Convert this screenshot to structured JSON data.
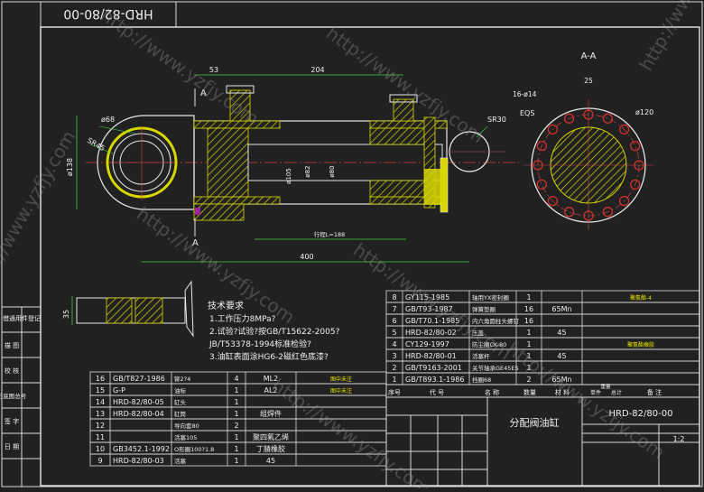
{
  "drawing_number_rotated": "HRD-82/80-00",
  "section_label": "A-A",
  "section_arrow_label": "A",
  "dimensions": {
    "top_offset": "53",
    "stroke_span": "204",
    "port_dia": "ø68",
    "sphere_radius": "SR45",
    "body_dia": "ø138",
    "rod_dia_1": "ø105",
    "rod_dia_2": "ø82",
    "rod_dia_3": "ø80",
    "rod_end_radius": "SR30",
    "stroke_note": "行程L=188",
    "closed_length": "400",
    "flange_bolt": "16-ø14",
    "flange_eqs": "EQS",
    "flange_angle": "25",
    "flange_pcd": "ø120",
    "side_dim": "35"
  },
  "tech_requirements": {
    "title": "技术要求",
    "lines": [
      "1.工作压力8MPa?",
      "2.试验?试验?按GB/T15622-2005?",
      "  JB/T53378-1994标准检验?",
      "3.油缸表面涂HG6-2磁红色底漆?"
    ]
  },
  "left_stamp": {
    "labels": [
      "借通用件登记",
      "描 图",
      "校 核",
      "旧底图总号",
      "签 字",
      "日 期"
    ]
  },
  "parts_upper": [
    {
      "no": "8",
      "code": "GY115-1985",
      "name": "轴用YX密封圈",
      "qty": "1",
      "mat": "",
      "note": "聚氨酯-4"
    },
    {
      "no": "7",
      "code": "GB/T93-1987",
      "name": "弹簧垫圈",
      "qty": "16",
      "mat": "65Mn",
      "note": ""
    },
    {
      "no": "6",
      "code": "GB/T70.1-1985",
      "name": "内六角圆柱头螺钉",
      "qty": "16",
      "mat": "",
      "note": ""
    },
    {
      "no": "5",
      "code": "HRD-82/80-02",
      "name": "压盖",
      "qty": "1",
      "mat": "45",
      "note": ""
    },
    {
      "no": "4",
      "code": "CY129-1997",
      "name": "防尘圈CK-80",
      "qty": "1",
      "mat": "",
      "note": "聚氨酯橡胶"
    },
    {
      "no": "3",
      "code": "HRD-82/80-01",
      "name": "活塞杆",
      "qty": "1",
      "mat": "45",
      "note": ""
    },
    {
      "no": "2",
      "code": "GB/T9163-2001",
      "name": "关节轴承GE45ES",
      "qty": "1",
      "mat": "",
      "note": ""
    },
    {
      "no": "1",
      "code": "GB/T893.1-1986",
      "name": "挡圈68",
      "qty": "2",
      "mat": "65Mn",
      "note": ""
    }
  ],
  "parts_header": {
    "no": "序号",
    "code": "代 号",
    "name": "名 称",
    "qty": "数量",
    "mat": "材 料",
    "unit_wt": "单件",
    "tot_wt": "总计",
    "note": "备 注",
    "weight": "重量"
  },
  "parts_lower": [
    {
      "no": "16",
      "code": "GB/T827-1986",
      "name": "铆2?4",
      "qty": "4",
      "mat": "ML2",
      "note": "图中未注"
    },
    {
      "no": "15",
      "code": "G-P",
      "name": "油标",
      "qty": "1",
      "mat": "AL2",
      "note": "图中未注"
    },
    {
      "no": "14",
      "code": "HRD-82/80-05",
      "name": "缸头",
      "qty": "1",
      "mat": "",
      "note": ""
    },
    {
      "no": "13",
      "code": "HRD-82/80-04",
      "name": "缸筒",
      "qty": "1",
      "mat": "组焊件",
      "note": ""
    },
    {
      "no": "12",
      "code": "",
      "name": "导向套80",
      "qty": "2",
      "mat": "",
      "note": ""
    },
    {
      "no": "11",
      "code": "",
      "name": "活塞105",
      "qty": "1",
      "mat": "聚四氟乙烯",
      "note": ""
    },
    {
      "no": "10",
      "code": "GB3452.1-1992",
      "name": "O形圈100?1.8",
      "qty": "1",
      "mat": "丁腈橡胶",
      "note": ""
    },
    {
      "no": "9",
      "code": "HRD-82/80-03",
      "name": "活塞",
      "qty": "1",
      "mat": "45",
      "note": ""
    }
  ],
  "title_block": {
    "title": "分配阀油缸",
    "drawing_no": "HRD-82/80-00",
    "scale": "1:2"
  },
  "watermark": "http://www.yzfjy.com",
  "colors": {
    "background": "#212121",
    "line_white": "#e8e8e8",
    "hatch_yellow": "#d8d800",
    "dim_red": "#e04040",
    "text_white": "#f0f0f0",
    "bolt_red": "#d03030",
    "green_dim": "#40d040",
    "text_stamp_yellow": "#e6e600"
  }
}
